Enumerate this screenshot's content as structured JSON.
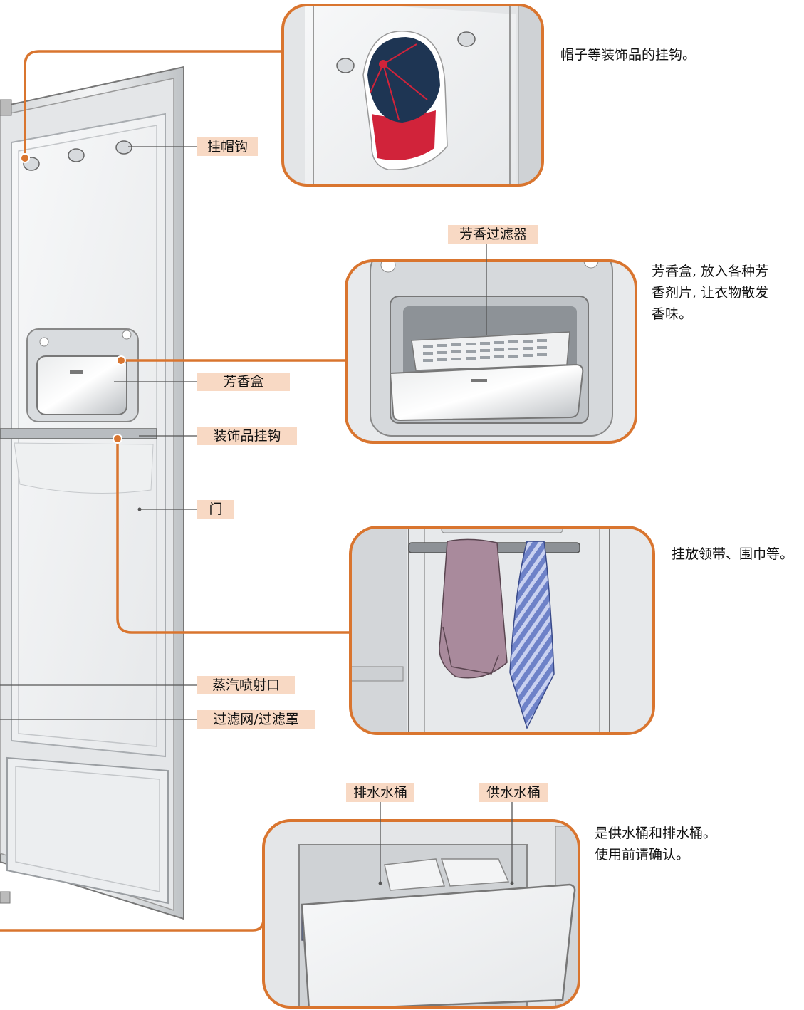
{
  "labels": {
    "hat_hook": "挂帽钩",
    "aroma_filter": "芳香过滤器",
    "aroma_box": "芳香盒",
    "accessory_hook": "装饰品挂钩",
    "door": "门",
    "steam_outlet": "蒸汽喷射口",
    "filter_cover": "过滤网/过滤罩",
    "drain_tank": "排水水桶",
    "supply_tank": "供水水桶"
  },
  "descriptions": {
    "hat_hook": [
      "帽子等装饰品的挂钩。"
    ],
    "aroma_box": [
      "芳香盒, 放入各种芳",
      "香剂片, 让衣物散发",
      "香味。"
    ],
    "accessory_hook": [
      "挂放领带、围巾等。"
    ],
    "water_tanks": [
      "是供水桶和排水桶。",
      "使用前请确认。"
    ]
  },
  "colors": {
    "callout": "#d9752f",
    "label_bg": "#f8d9c4",
    "cap_navy": "#1e3553",
    "cap_red": "#d1233a",
    "tie_blue": "#6e82c8",
    "scarf_mauve": "#a98a9c"
  },
  "icons": [
    "hat-hook-icon",
    "cap-icon",
    "aroma-filter-icon",
    "tie-icon",
    "scarf-icon",
    "water-tank-icon"
  ]
}
